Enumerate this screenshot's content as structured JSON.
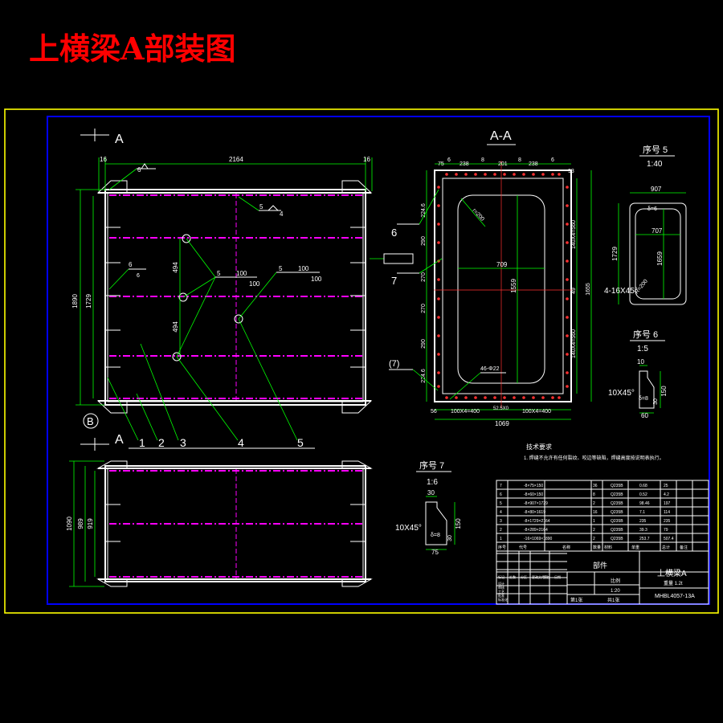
{
  "title": "上横梁A部装图",
  "colors": {
    "background": "#000000",
    "title": "#ff0000",
    "frame_outer": "#ffff00",
    "frame_inner": "#0000ff",
    "dim": "#00ff00",
    "section": "#ff00ff",
    "line": "#ffffff"
  },
  "front_view": {
    "section_mark": "A",
    "section_mark_bottom": "A",
    "view_mark": "B",
    "dims": {
      "width": "2164",
      "left_offset": "16",
      "right_offset": "16",
      "height": "1890",
      "inner_height": "1729",
      "spacing_a": "494",
      "spacing_b": "494"
    },
    "weld_notes": [
      {
        "size": "6",
        "leader": "6"
      },
      {
        "size": "5",
        "text": "4"
      },
      {
        "size": "6",
        "text": "6"
      },
      {
        "size": "5",
        "pitch1": "100",
        "pitch2": "100"
      },
      {
        "size": "5",
        "pitch1": "100",
        "pitch2": "100"
      }
    ],
    "part_labels": [
      "1",
      "2",
      "3",
      "4",
      "5"
    ]
  },
  "bottom_view": {
    "dims": {
      "outer": "1090",
      "mid": "989",
      "inner": "919"
    }
  },
  "section_view": {
    "title": "A-A",
    "top_dims": [
      "75",
      "6",
      "238",
      "8",
      "201",
      "8",
      "238",
      "6",
      "93"
    ],
    "left_dims": [
      "224.6",
      "290",
      "270",
      "270",
      "290",
      "224.6"
    ],
    "right_dims": [
      "140X4=560",
      "140X4=560",
      "49"
    ],
    "inner_width": "709",
    "inner_height": "1559",
    "radius": "r=200",
    "height_total": "1655",
    "hole_note": "46-Φ22",
    "bottom_dims": [
      "56",
      "100X4=400",
      "52.5X0",
      "100X4=400"
    ],
    "width": "1069",
    "labels": [
      "6",
      "7",
      "(7)"
    ]
  },
  "detail_5": {
    "title": "序号 5",
    "scale": "1:40",
    "dims": {
      "width": "907",
      "inner_width": "707",
      "height": "1729",
      "inner_height": "1659",
      "chamfer": "4-16X45°",
      "radius": "R=200",
      "thickness": "δ=6"
    }
  },
  "detail_6": {
    "title": "序号 6",
    "scale": "1:5",
    "dims": {
      "top": "10",
      "chamfer": "10X45°",
      "h1": "150",
      "h2": "30",
      "w": "60",
      "thk": "δ=8"
    }
  },
  "detail_7": {
    "title": "序号 7",
    "scale": "1:6",
    "dims": {
      "top": "30",
      "chamfer": "10X45°",
      "h1": "150",
      "h2": "30",
      "w": "75",
      "thk": "δ=8"
    }
  },
  "tech_req": {
    "title": "技术要求",
    "line1": "1. 焊缝不允许有任何裂纹、咬边等缺陷，焊缝高度按说明表执行。"
  },
  "bom": {
    "rows": [
      [
        "7",
        "-8×75×150",
        "36",
        "Q235B",
        "0.68",
        "25"
      ],
      [
        "6",
        "-8×60×150",
        "8",
        "Q235B",
        "0.52",
        "4.2"
      ],
      [
        "5",
        "-8×907×1729",
        "2",
        "Q235B",
        "98.46",
        "197"
      ],
      [
        "4",
        "-8×80×1619",
        "16",
        "Q235B",
        "7.1",
        "114"
      ],
      [
        "3",
        "-8×1729×2164",
        "1",
        "Q235B",
        "235",
        "235"
      ],
      [
        "2",
        "-8×289×2164",
        "2",
        "Q235B",
        "39.3",
        "79"
      ],
      [
        "1",
        "-16×1069×1890",
        "2",
        "Q235B",
        "253.7",
        "507.4"
      ]
    ],
    "header": [
      "序号",
      "代号",
      "名称",
      "数量",
      "材料",
      "单重",
      "总计",
      "备注"
    ],
    "title_block": {
      "assembly": "部件",
      "name": "上横梁A",
      "weight": "重量 1.2t",
      "scale": "比例",
      "scale_value": "1:20",
      "sheet": "共1张",
      "sheet_no": "第1张",
      "drawing_no": "MHBL4057-13A",
      "rev_labels": [
        "标记",
        "处数",
        "分区",
        "更改文件号",
        "签名",
        "日期"
      ],
      "roles": [
        "设计",
        "审核",
        "工艺",
        "批准",
        "标准化"
      ]
    }
  }
}
